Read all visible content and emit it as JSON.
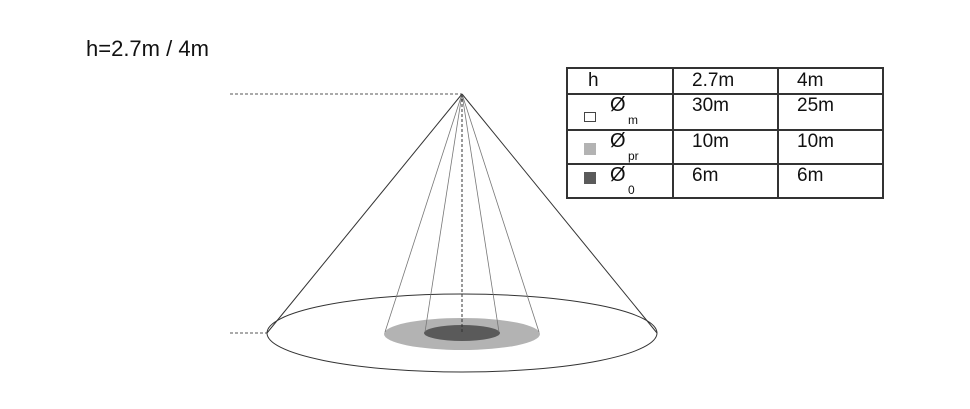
{
  "title": "h=2.7m / 4m",
  "table": {
    "header": [
      "h",
      "2.7m",
      "4m"
    ],
    "rows": [
      {
        "symbol": "Ø",
        "subscript": "m",
        "swatch": "#ffffff",
        "values": [
          "30m",
          "25m"
        ]
      },
      {
        "symbol": "Ø",
        "subscript": "pr",
        "swatch": "#b3b3b3",
        "values": [
          "10m",
          "10m"
        ]
      },
      {
        "symbol": "Ø",
        "subscript": "0",
        "swatch": "#5a5a5a",
        "values": [
          "6m",
          "6m"
        ]
      }
    ]
  },
  "colors": {
    "outer": "#ffffff",
    "presence": "#b3b3b3",
    "zero": "#5a5a5a",
    "line": "#333333"
  }
}
